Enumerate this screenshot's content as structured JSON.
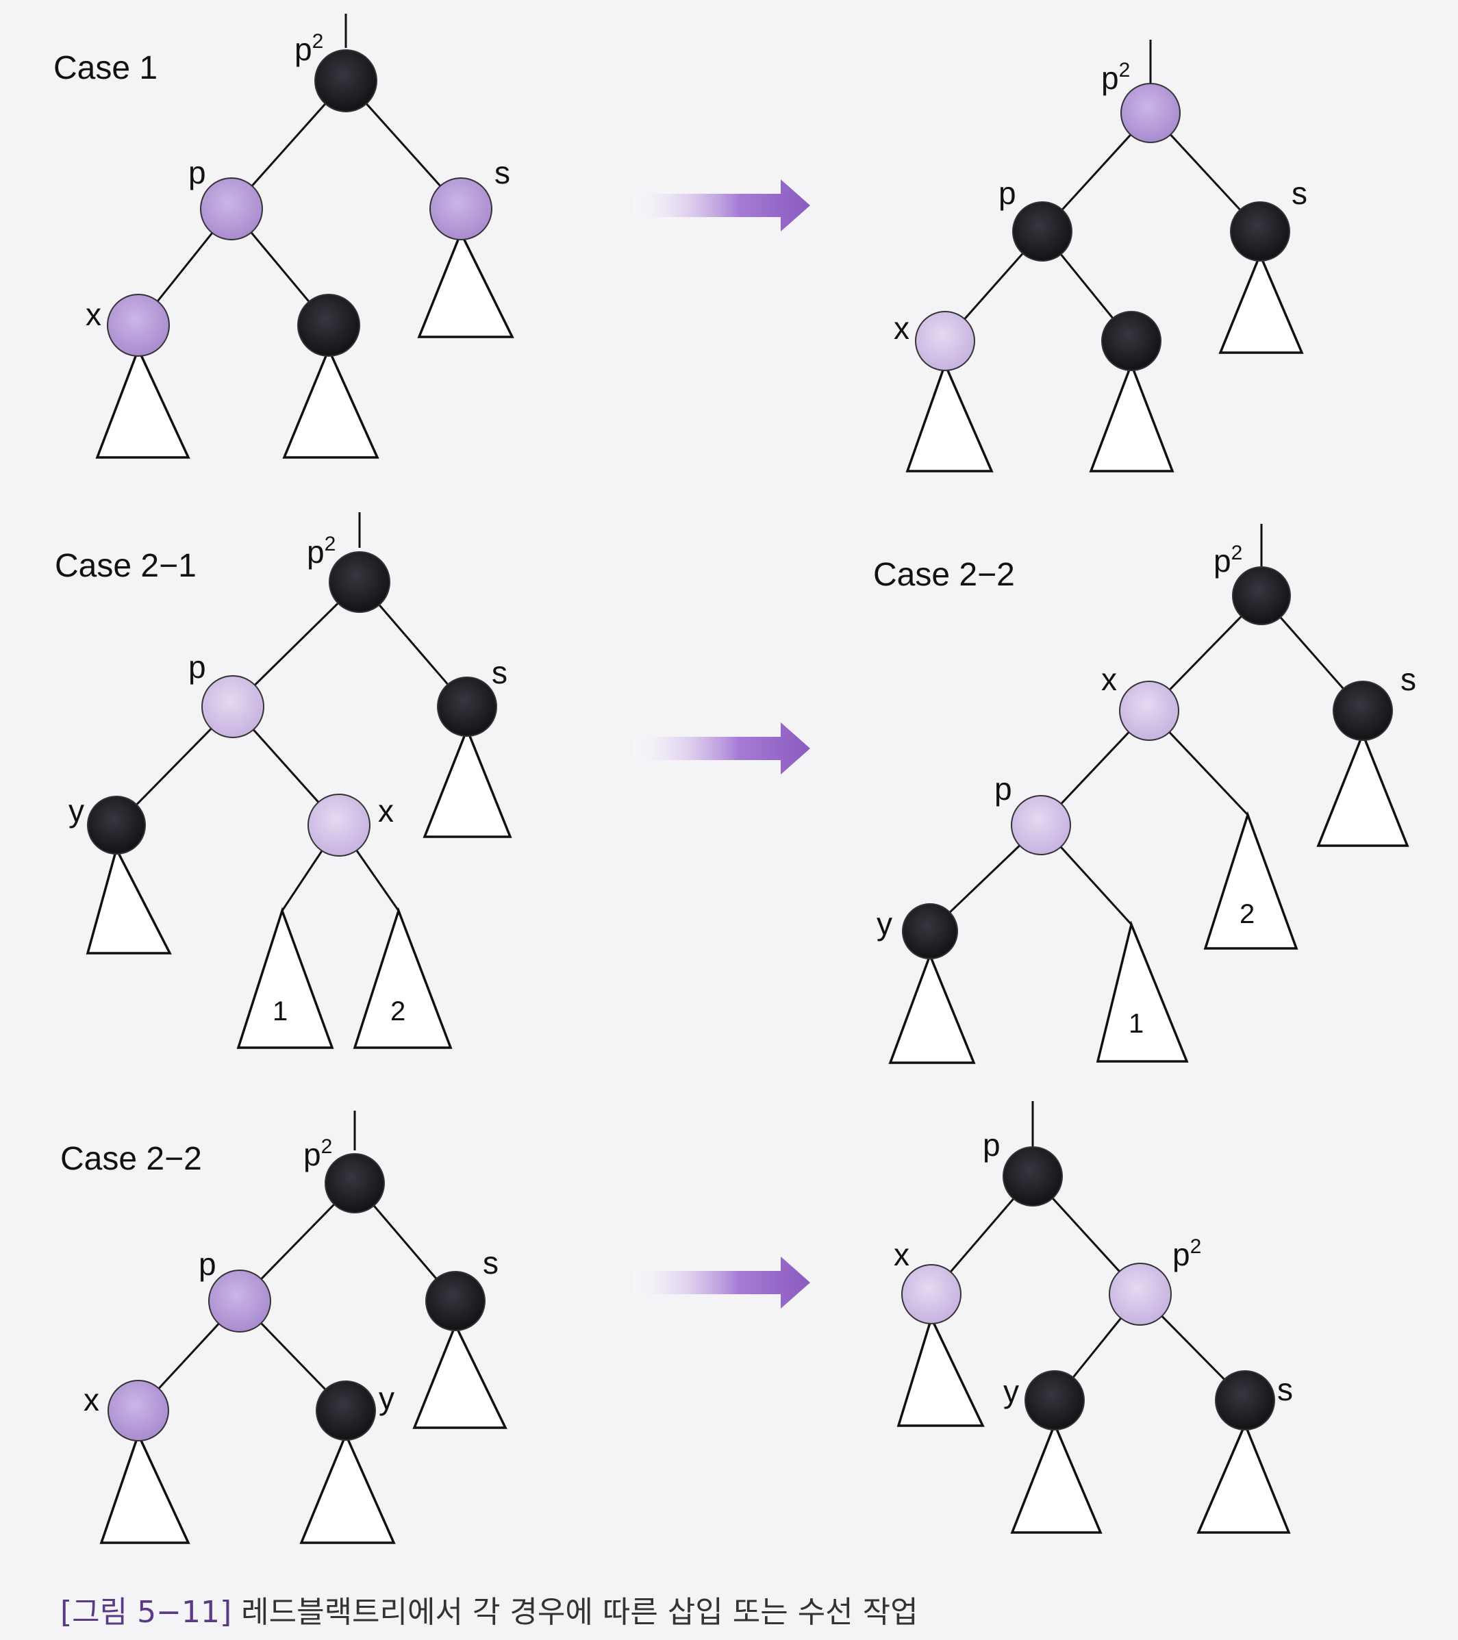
{
  "colors": {
    "red_node": "#b49bd6",
    "red_node_light": "#d6c6ea",
    "black_node": "#1f1c22",
    "arrow": "#8a5cc0",
    "caption_ref": "#5a3a86"
  },
  "cases": [
    {
      "id": "case1-before",
      "title": "Case 1",
      "root_label": "p",
      "nodes": [
        {
          "label": "p",
          "sup": "2",
          "color": "black"
        },
        {
          "label": "p",
          "color": "red"
        },
        {
          "label": "s",
          "color": "red"
        },
        {
          "label": "x",
          "color": "red"
        },
        {
          "label": "",
          "color": "black"
        }
      ]
    },
    {
      "id": "case1-after",
      "title": "",
      "nodes": [
        {
          "label": "p",
          "sup": "2",
          "color": "red"
        },
        {
          "label": "p",
          "color": "black"
        },
        {
          "label": "s",
          "color": "black"
        },
        {
          "label": "x",
          "color": "red"
        },
        {
          "label": "",
          "color": "black"
        }
      ]
    },
    {
      "id": "case21-before",
      "title": "Case 2−1",
      "nodes": [
        {
          "label": "p",
          "sup": "2",
          "color": "black"
        },
        {
          "label": "p",
          "color": "red"
        },
        {
          "label": "s",
          "color": "black"
        },
        {
          "label": "y",
          "color": "black"
        },
        {
          "label": "x",
          "color": "red"
        }
      ],
      "subtrees": [
        "1",
        "2"
      ]
    },
    {
      "id": "case22-mid",
      "title": "Case 2−2",
      "nodes": [
        {
          "label": "p",
          "sup": "2",
          "color": "black"
        },
        {
          "label": "x",
          "color": "red"
        },
        {
          "label": "s",
          "color": "black"
        },
        {
          "label": "p",
          "color": "red"
        },
        {
          "label": "y",
          "color": "black"
        }
      ],
      "subtrees": [
        "2",
        "1"
      ]
    },
    {
      "id": "case22-before",
      "title": "Case 2−2",
      "nodes": [
        {
          "label": "p",
          "sup": "2",
          "color": "black"
        },
        {
          "label": "p",
          "color": "red"
        },
        {
          "label": "s",
          "color": "black"
        },
        {
          "label": "x",
          "color": "red"
        },
        {
          "label": "y",
          "color": "black"
        }
      ]
    },
    {
      "id": "case22-after",
      "title": "",
      "nodes": [
        {
          "label": "p",
          "color": "black"
        },
        {
          "label": "x",
          "color": "red"
        },
        {
          "label": "p",
          "sup": "2",
          "color": "red"
        },
        {
          "label": "y",
          "color": "black"
        },
        {
          "label": "s",
          "color": "black"
        }
      ]
    }
  ],
  "caption": {
    "ref": "[그림 5−11]",
    "text": "레드블랙트리에서 각 경우에 따른 삽입 또는 수선 작업"
  }
}
